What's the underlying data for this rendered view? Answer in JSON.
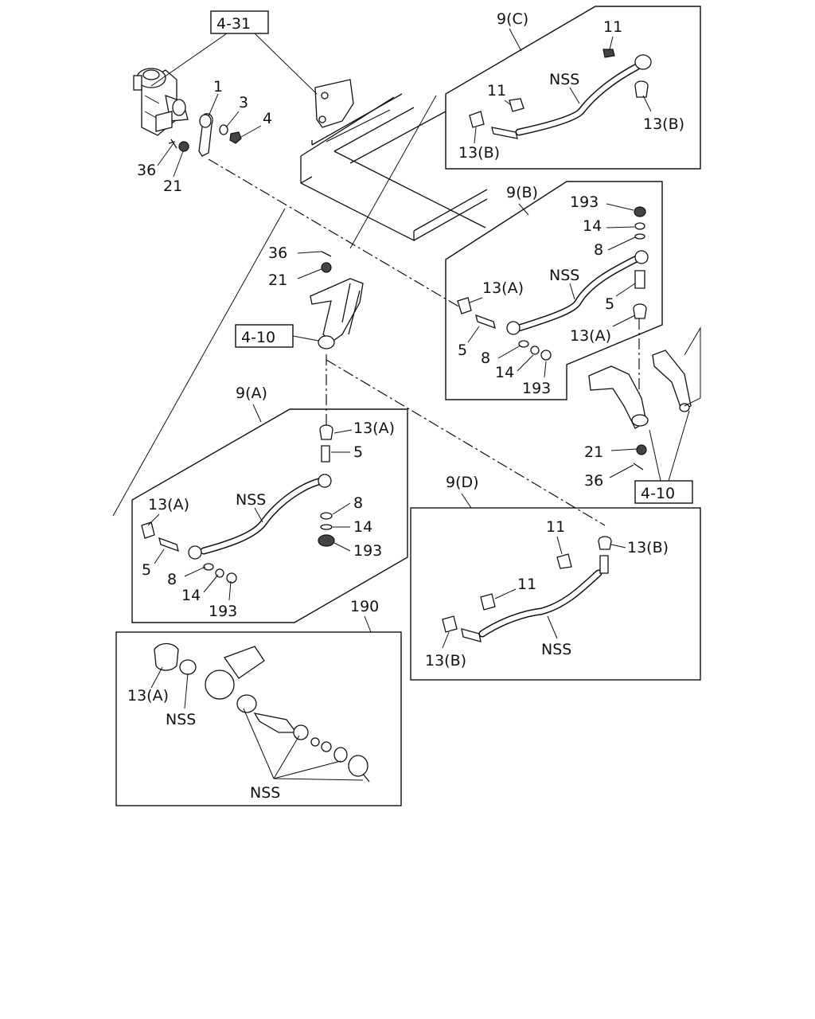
{
  "ref_boxes": {
    "r1": "4-31",
    "r2": "4-10",
    "r3": "4-10"
  },
  "groups": {
    "g9c": "9(C)",
    "g9b": "9(B)",
    "g9a": "9(A)",
    "g9d": "9(D)",
    "g190": "190"
  },
  "labels": {
    "p1": "1",
    "p3": "3",
    "p4": "4",
    "p36a": "36",
    "p21a": "21",
    "c11a": "11",
    "cnss": "NSS",
    "c11b": "11",
    "c13b1": "13(B)",
    "c13b2": "13(B)",
    "b193": "193",
    "b14": "14",
    "b8": "8",
    "b36": "36",
    "b21": "21",
    "bnss": "NSS",
    "b13a1": "13(A)",
    "b5a": "5",
    "b13a2": "13(A)",
    "b5b": "5",
    "b8b": "8",
    "b14b": "14",
    "b193b": "193",
    "a13a1": "13(A)",
    "a5a": "5",
    "annss": "NSS",
    "a8a": "8",
    "a14a": "14",
    "a193a": "193",
    "a13a2": "13(A)",
    "a5b": "5",
    "a8b": "8",
    "a14b": "14",
    "a193b": "193",
    "d11a": "11",
    "d13b1": "13(B)",
    "d11b": "11",
    "dnss": "NSS",
    "d13b2": "13(B)",
    "r21": "21",
    "r36": "36",
    "e13a": "13(A)",
    "enss1": "NSS",
    "enss2": "NSS"
  }
}
